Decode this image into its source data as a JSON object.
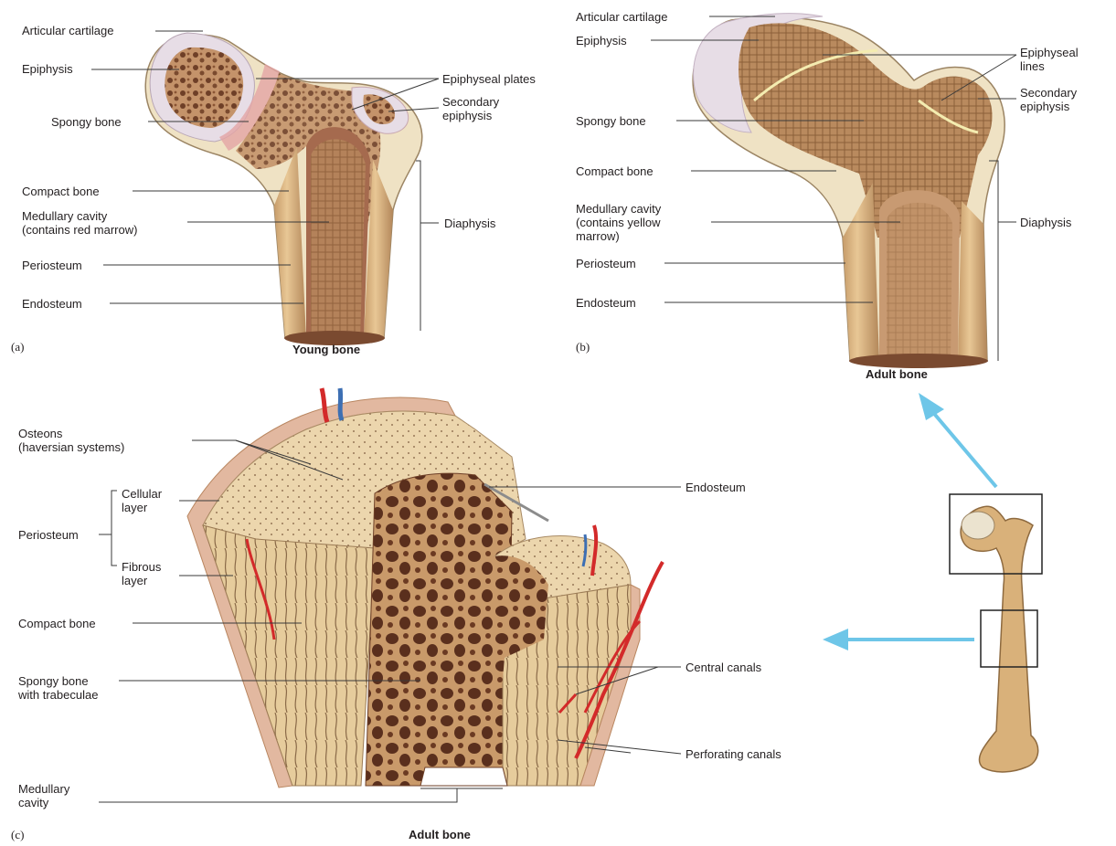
{
  "panel_a": {
    "letter": "(a)",
    "caption": "Young bone",
    "labels": {
      "articular_cartilage": "Articular cartilage",
      "epiphysis": "Epiphysis",
      "spongy_bone": "Spongy bone",
      "compact_bone": "Compact bone",
      "medullary_cavity": "Medullary cavity\n(contains red marrow)",
      "periosteum": "Periosteum",
      "endosteum": "Endosteum",
      "epiphyseal_plates": "Epiphyseal plates",
      "secondary_epiphysis": "Secondary\nepiphysis",
      "diaphysis": "Diaphysis"
    }
  },
  "panel_b": {
    "letter": "(b)",
    "caption": "Adult bone",
    "labels": {
      "articular_cartilage": "Articular cartilage",
      "epiphysis": "Epiphysis",
      "spongy_bone": "Spongy bone",
      "compact_bone": "Compact bone",
      "medullary_cavity": "Medullary cavity\n(contains yellow\nmarrow)",
      "periosteum": "Periosteum",
      "endosteum": "Endosteum",
      "epiphyseal_lines": "Epiphyseal\nlines",
      "secondary_epiphysis": "Secondary\nepiphysis",
      "diaphysis": "Diaphysis"
    }
  },
  "panel_c": {
    "letter": "(c)",
    "caption": "Adult bone",
    "labels": {
      "osteons": "Osteons\n(haversian systems)",
      "cellular_layer": "Cellular\nlayer",
      "periosteum": "Periosteum",
      "fibrous_layer": "Fibrous\nlayer",
      "compact_bone": "Compact bone",
      "spongy_bone": "Spongy bone\nwith trabeculae",
      "medullary_cavity": "Medullary\ncavity",
      "endosteum": "Endosteum",
      "central_canals": "Central canals",
      "perforating_canals": "Perforating canals"
    }
  },
  "colors": {
    "bone_light": "#f1deb6",
    "bone_mid": "#d7b889",
    "spongy": "#a9724e",
    "spongy_dark": "#6e3f27",
    "cartilage": "#e7dde6",
    "red_marrow": "#c5485a",
    "artery": "#d32a2a",
    "vein": "#3d6fb3",
    "arrow": "#6ec6e8",
    "line": "#3a3a3a"
  }
}
